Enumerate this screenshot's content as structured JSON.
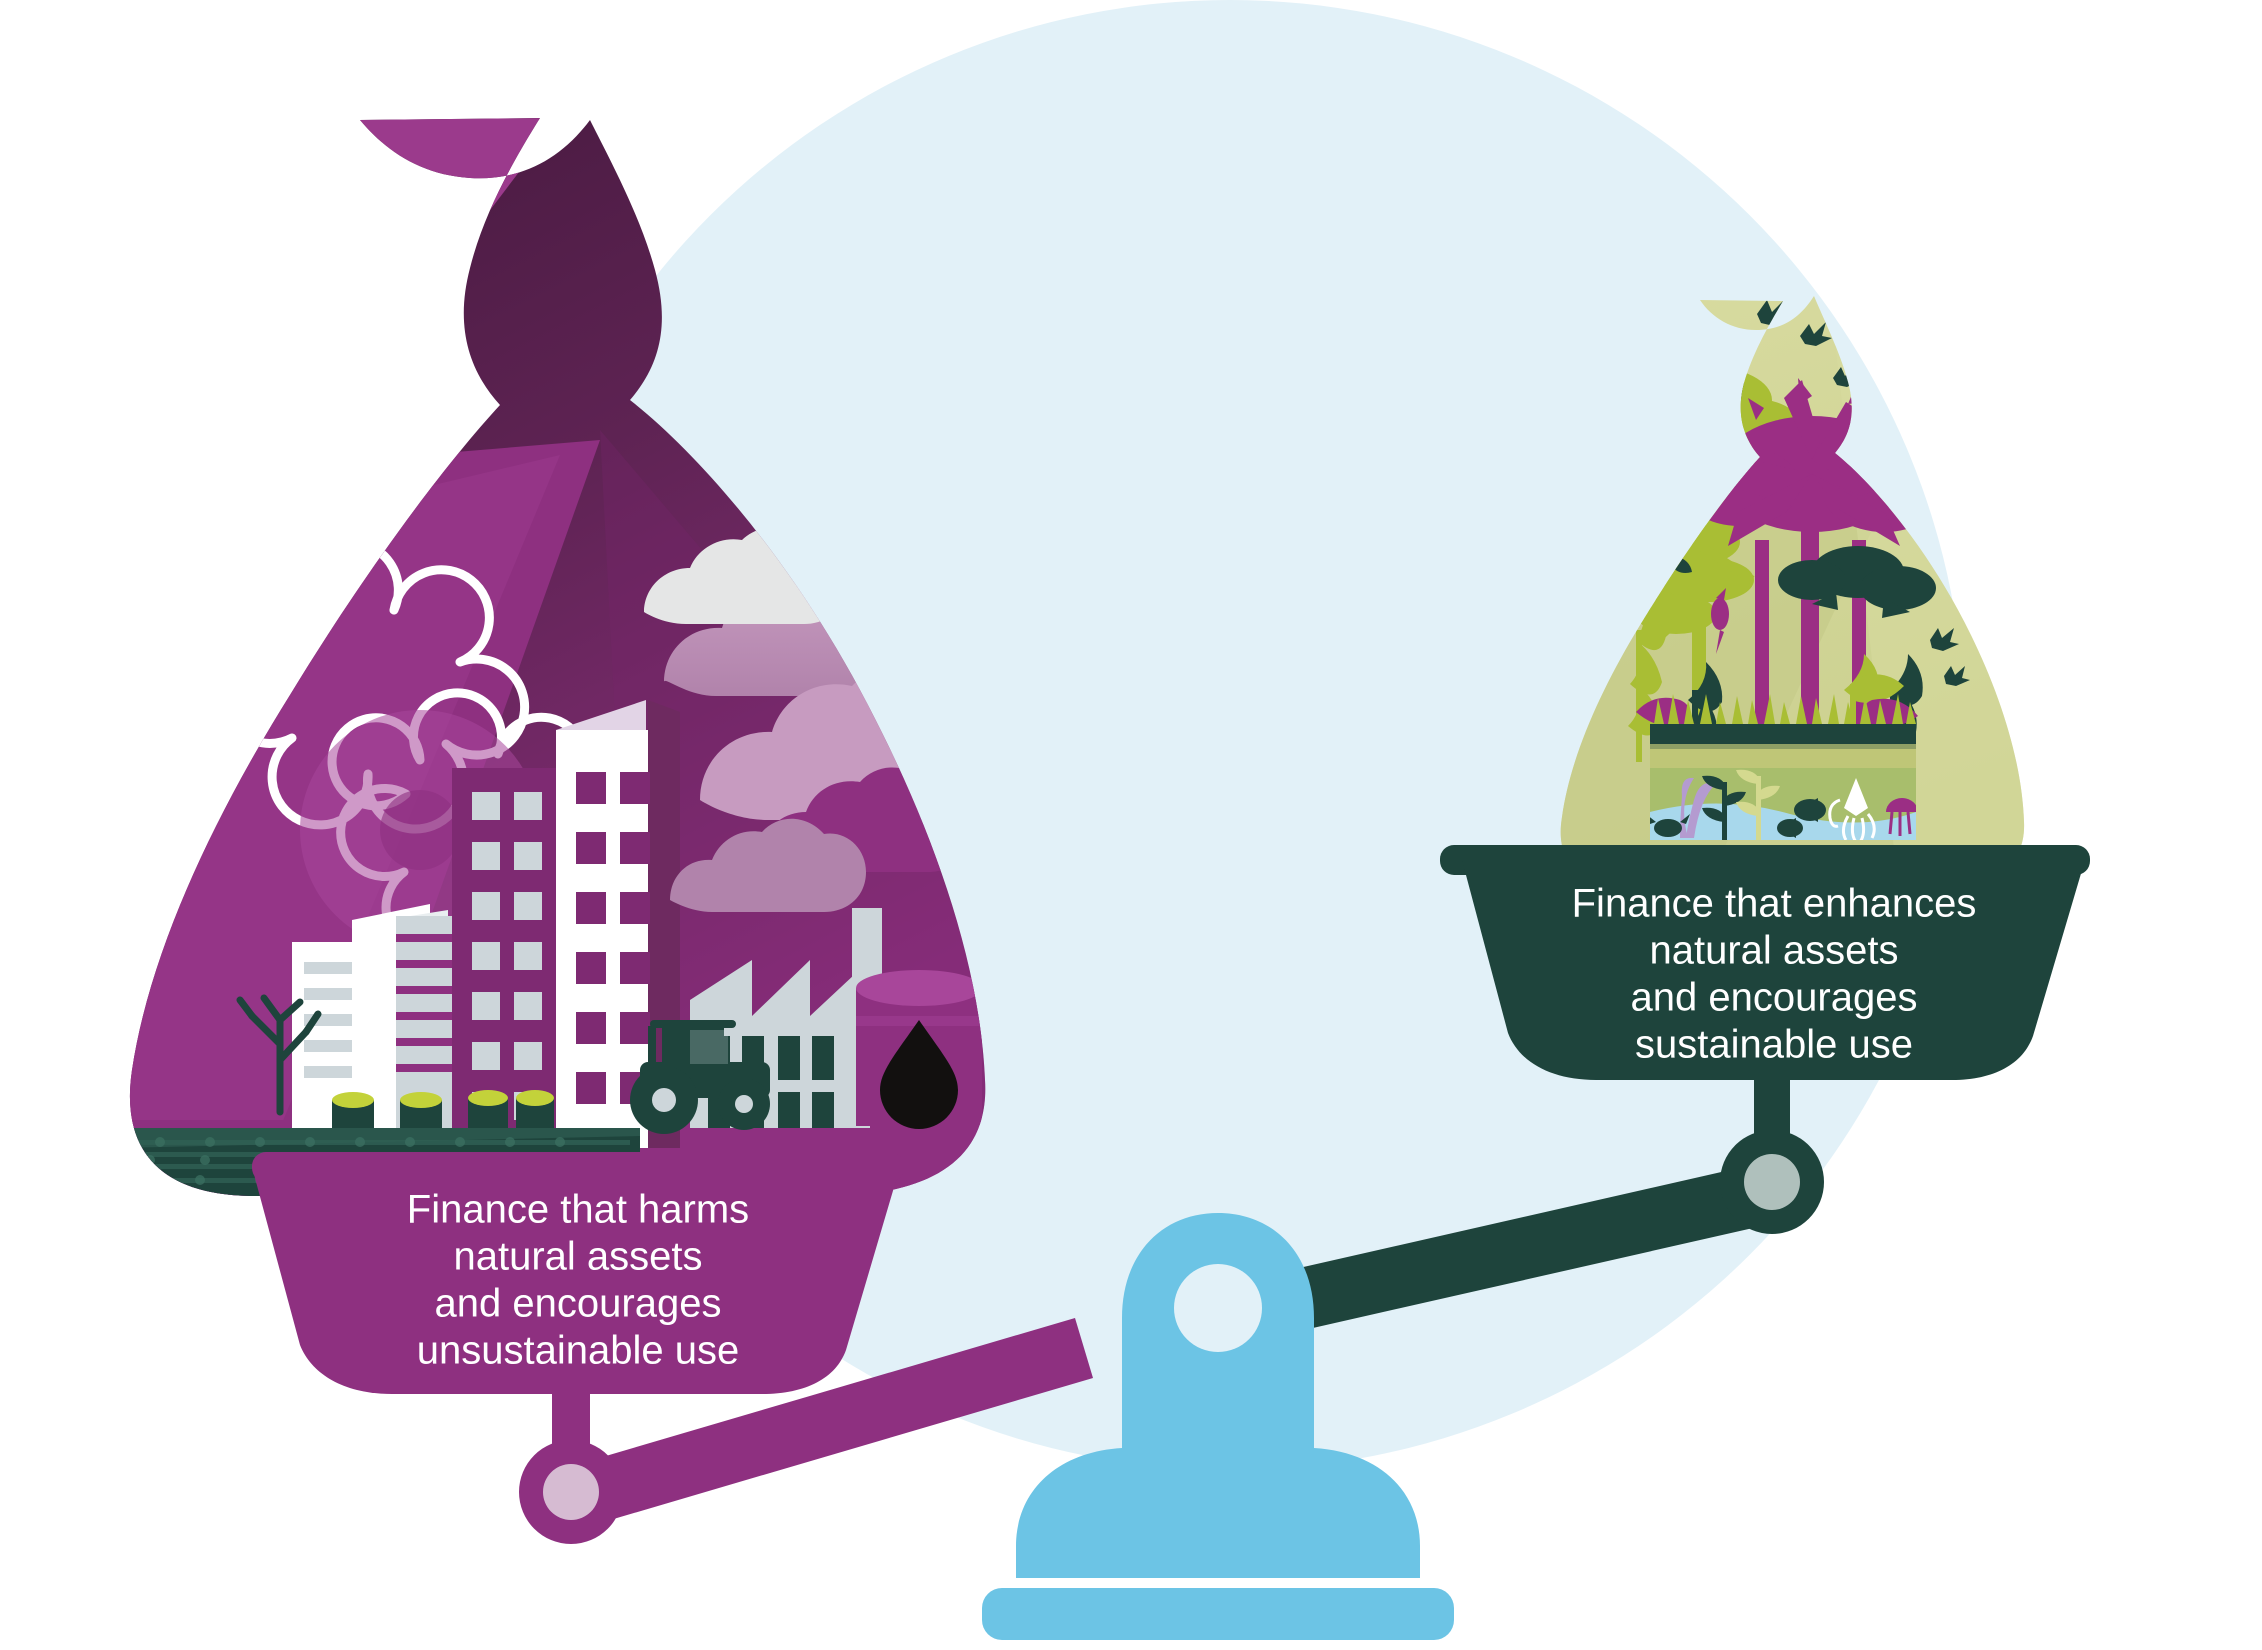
{
  "illustration": {
    "title": "Balance scale comparing harmful finance and nature-positive finance",
    "background_circle_color": "#E2F1F8"
  },
  "left_pan": {
    "id": "harmful-finance",
    "lines": [
      "Finance that harms",
      "natural assets",
      "and encourages",
      "unsustainable use"
    ],
    "pan_color": "#8E3080",
    "bag_colors": {
      "bag_dark": "#4C2044",
      "bag_mid": "#6E2A60",
      "bag_light": "#9B3A8C",
      "bag_accent": "#A8469A"
    },
    "scene_elements": [
      "factory-icon",
      "oil-drum-icon",
      "oil-droplet-icon",
      "tractor-icon",
      "crop-field-icon",
      "bare-tree-icon",
      "skyscraper-icon",
      "office-block-icon",
      "gear-icon",
      "smoke-cloud-icon",
      "silo-icon"
    ]
  },
  "right_pan": {
    "id": "sustainable-finance",
    "lines": [
      "Finance that enhances",
      "natural assets",
      "and encourages",
      "sustainable use"
    ],
    "pan_color": "#1E443C",
    "bag_colors": {
      "bag_light": "#D8DBA0",
      "bag_mid": "#CFD394",
      "bag_shade": "#C3C98A",
      "canopy_olive": "#A9BE34",
      "canopy_magenta": "#9B2E84",
      "foliage_dark": "#1E443C",
      "water_blue": "#A8D8EC",
      "aquarium_green": "#A8BE6C"
    },
    "scene_elements": [
      "rainforest-tree-icon",
      "palm-tree-icon",
      "fern-icon",
      "monstera-leaf-icon",
      "grass-icon",
      "bird-icon",
      "toucan-icon",
      "crab-icon",
      "fish-icon",
      "squid-icon",
      "jellyfish-icon",
      "seaweed-icon",
      "aquarium-tank-icon"
    ]
  },
  "fulcrum": {
    "id": "balance-stand",
    "color": "#6CC4E5",
    "hole_color": "#E2F1F8"
  },
  "pivots": {
    "left_outer": "#8E3080",
    "left_inner": "#D6BBD2",
    "right_outer": "#1E443C",
    "right_inner": "#AFC0BC"
  },
  "beam": {
    "left_color": "#8E3080",
    "right_color": "#1E443C"
  }
}
